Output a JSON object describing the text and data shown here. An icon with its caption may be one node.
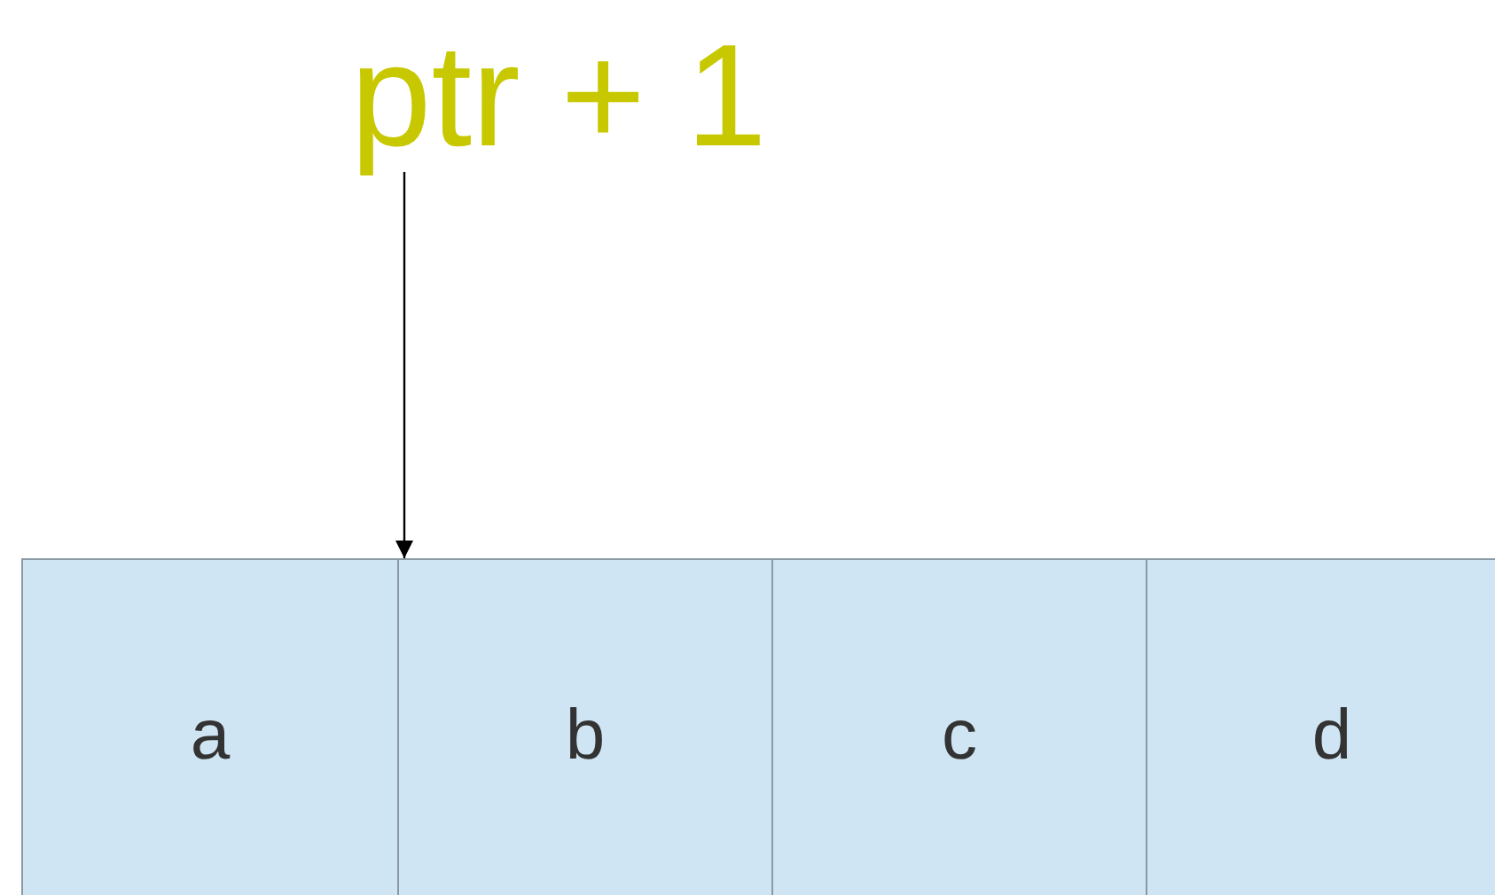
{
  "diagram": {
    "nodes": [
      {
        "text": [
          "ptr + 1"
        ]
      },
      {
        "text": [
          "a"
        ]
      },
      {
        "text": [
          "b"
        ]
      },
      {
        "text": [
          "c"
        ]
      },
      {
        "text": [
          "d"
        ]
      }
    ],
    "edges": [
      {
        "from": 0,
        "to": 2,
        "arrow": "to"
      }
    ]
  }
}
